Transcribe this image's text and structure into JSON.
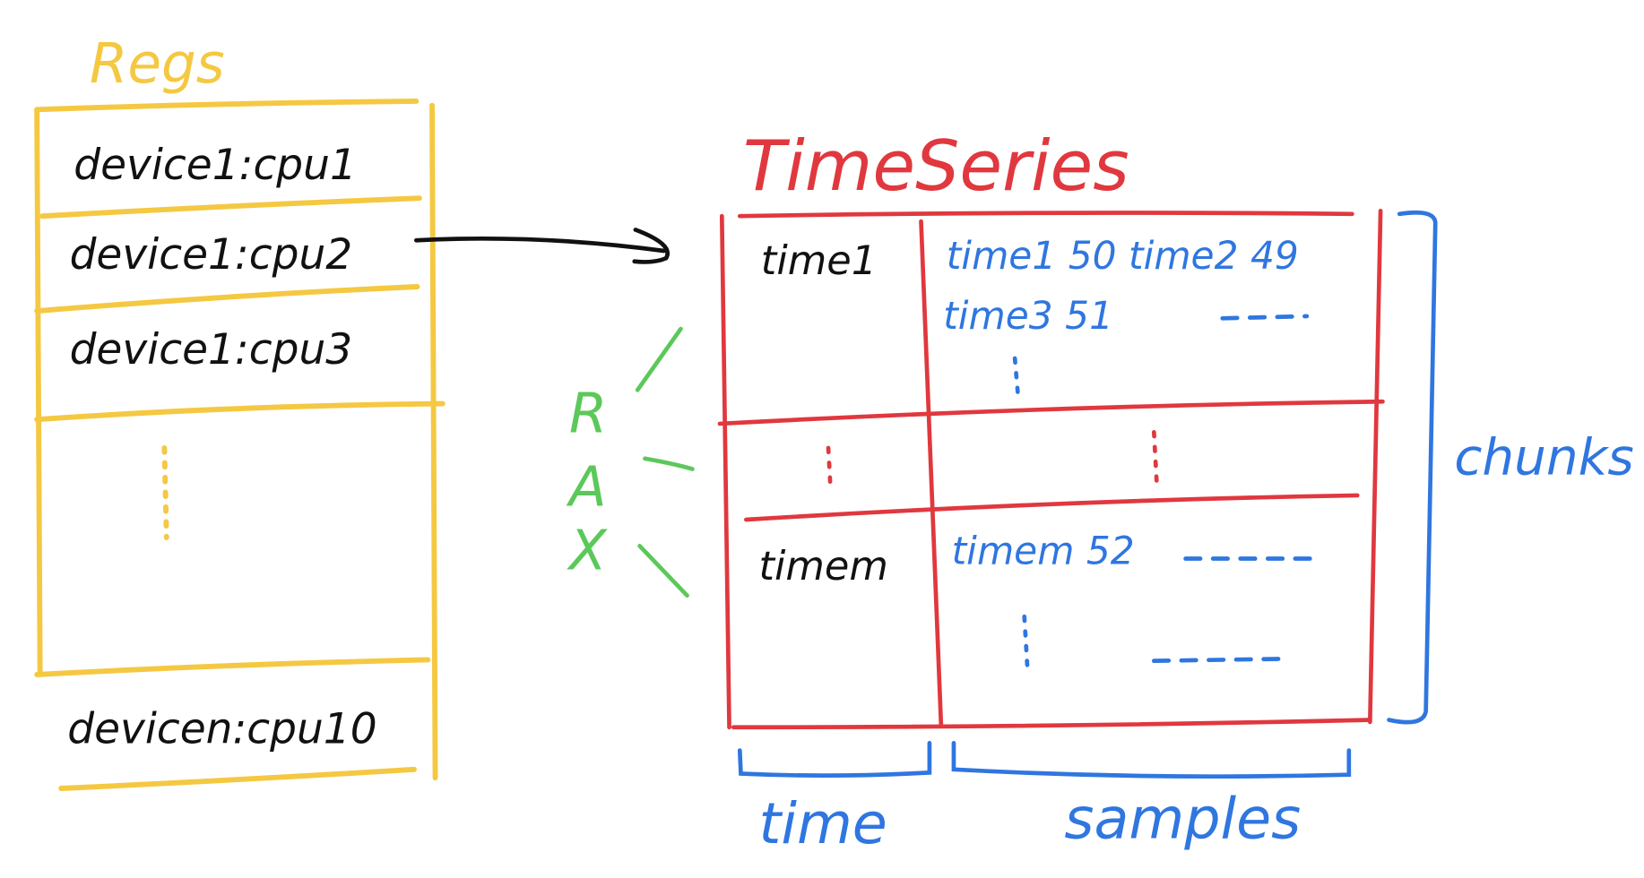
{
  "colors": {
    "regs": "#f5c842",
    "timeseries": "#e0383e",
    "blue": "#2f76e0",
    "rax": "#5cc85a",
    "ink": "#111111"
  },
  "regs": {
    "title": "Regs",
    "items": [
      "device1:cpu1",
      "device1:cpu2",
      "device1:cpu3",
      "devicen:cpu10"
    ]
  },
  "timeseries": {
    "title": "TimeSeries",
    "rows": [
      {
        "time": "time1",
        "samples": [
          "time1  50  time2 49",
          "time3  51"
        ]
      },
      {
        "time": "timem",
        "samples": [
          "timem  52"
        ]
      }
    ]
  },
  "rax_label": [
    "R",
    "A",
    "X"
  ],
  "labels": {
    "chunks": "chunks",
    "time": "time",
    "samples": "samples"
  }
}
